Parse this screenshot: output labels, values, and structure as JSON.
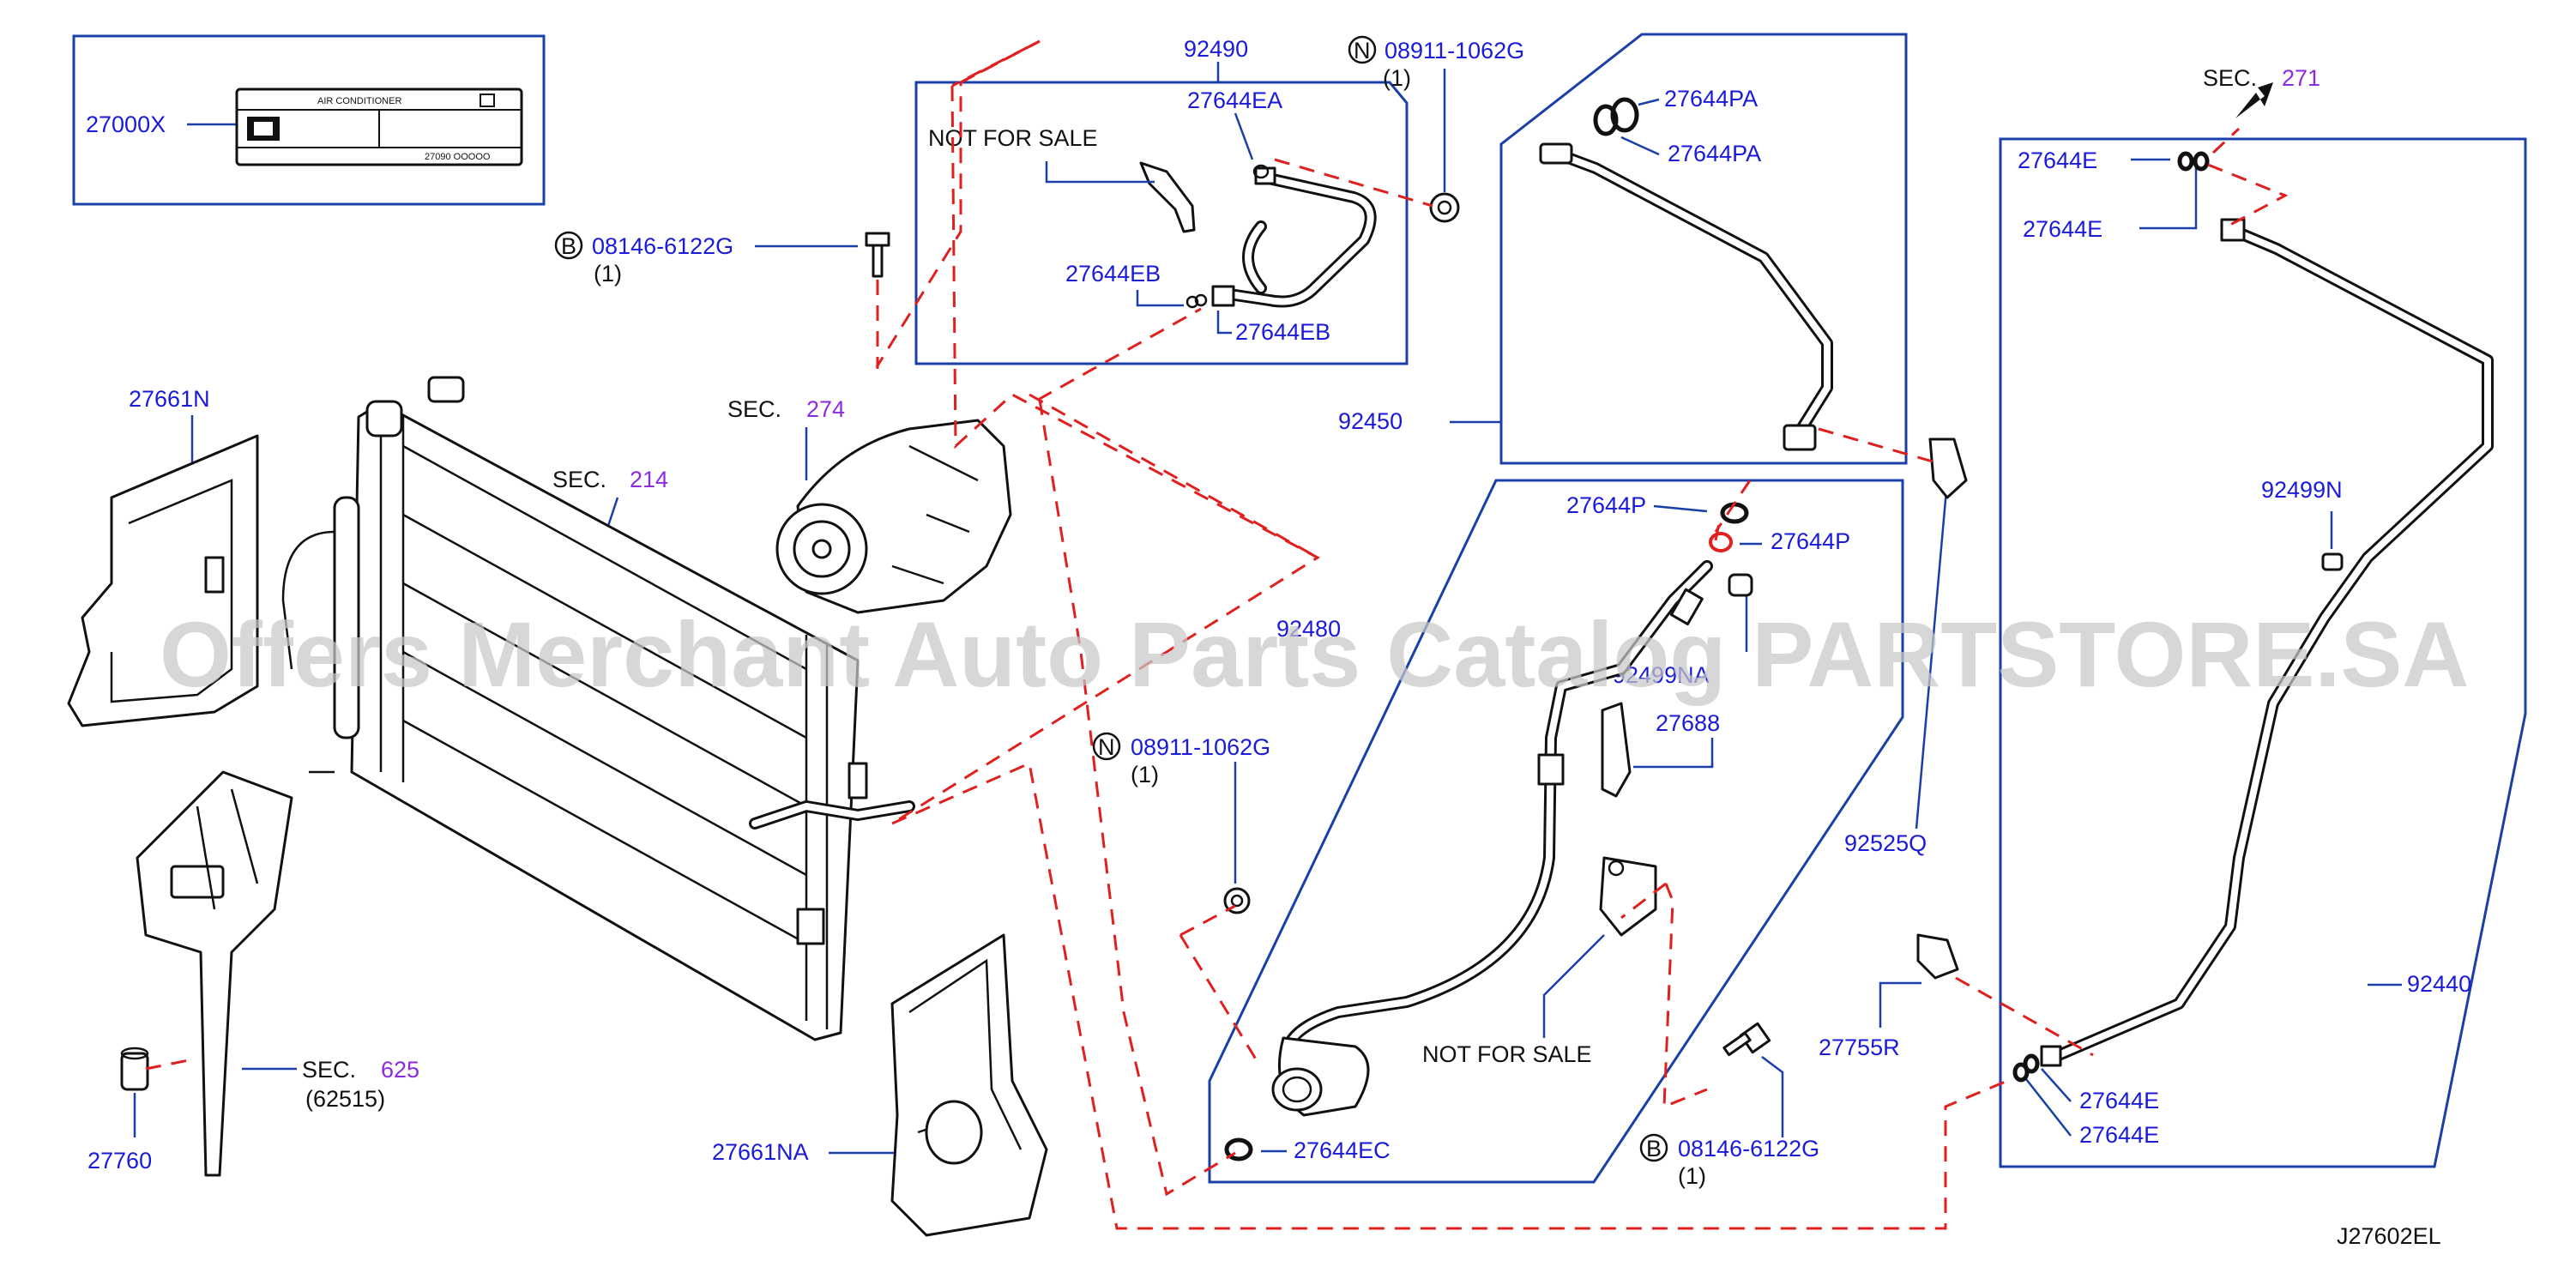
{
  "diagram_id": "J27602EL",
  "watermark": "Offers Merchant Auto Parts Catalog PARTSTORE.SA",
  "label_plate": {
    "part_no": "27000X",
    "title": "AIR  CONDITIONER",
    "code": "27090  OOOOO"
  },
  "notes": {
    "not_for_sale_1": "NOT   FOR   SALE",
    "not_for_sale_2": "NOT   FOR   SALE"
  },
  "section_refs": [
    {
      "prefix": "SEC.",
      "num": "274"
    },
    {
      "prefix": "SEC.",
      "num": "214"
    },
    {
      "prefix": "SEC.",
      "num": "625",
      "sub": "(62515)"
    },
    {
      "prefix": "SEC.",
      "num": "271"
    }
  ],
  "fasteners": {
    "b1": {
      "symbol": "B",
      "part": "08146-6122G",
      "qty": "(1)"
    },
    "b2": {
      "symbol": "B",
      "part": "08146-6122G",
      "qty": "(1)"
    },
    "n1": {
      "symbol": "N",
      "part": "08911-1062G",
      "qty": "(1)"
    },
    "n2": {
      "symbol": "N",
      "part": "08911-1062G",
      "qty": "(1)"
    }
  },
  "parts": {
    "p27661N": "27661N",
    "p27661NA": "27661NA",
    "p27760": "27760",
    "p92490": "92490",
    "p27644EA": "27644EA",
    "p27644EB_1": "27644EB",
    "p27644EB_2": "27644EB",
    "p92450": "92450",
    "p27644PA_1": "27644PA",
    "p27644PA_2": "27644PA",
    "p27644P_1": "27644P",
    "p27644P_2": "27644P",
    "p92480": "92480",
    "p92499NA": "92499NA",
    "p27688": "27688",
    "p92525Q": "92525Q",
    "p27644EC": "27644EC",
    "p27755R": "27755R",
    "p27644E_1": "27644E",
    "p27644E_2": "27644E",
    "p27644E_3": "27644E",
    "p27644E_4": "27644E",
    "p92499N": "92499N",
    "p92440": "92440"
  },
  "colors": {
    "label_blue": "#1a1adb",
    "box_blue": "#1a3fa8",
    "dash_red": "#e0201e",
    "sec_purple": "#8a2be2",
    "line_black": "#111111"
  }
}
